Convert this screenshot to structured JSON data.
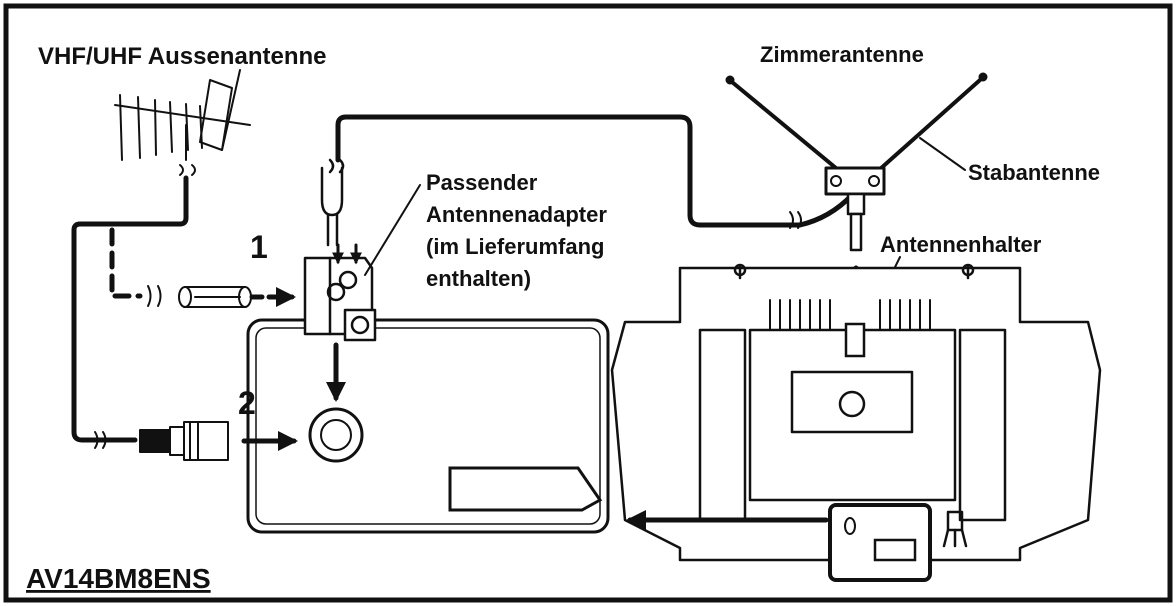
{
  "labels": {
    "outdoor_antenna": "VHF/UHF Aussenantenne",
    "indoor_antenna": "Zimmerantenne",
    "rod_antenna": "Stabantenne",
    "adapter_line1": "Passender",
    "adapter_line2": "Antennenadapter",
    "adapter_line3": "(im Lieferumfang",
    "adapter_line4": "enthalten)",
    "antenna_holder": "Antennenhalter",
    "step1": "1",
    "step2": "2",
    "model": "AV14BM8ENS"
  },
  "colors": {
    "line": "#111111",
    "background": "#ffffff"
  }
}
